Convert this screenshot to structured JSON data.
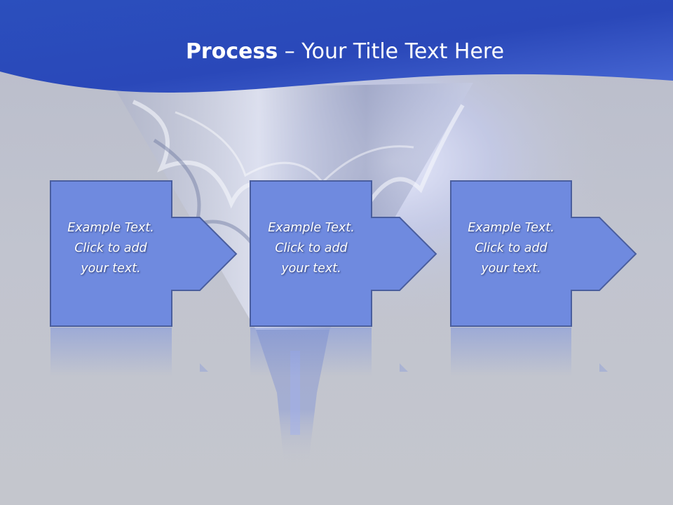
{
  "slide": {
    "title_bold": "Process",
    "title_rest": "– Your Title Text Here"
  },
  "steps": [
    {
      "lines": [
        "Example Text.",
        "Click  to add",
        "your text."
      ]
    },
    {
      "lines": [
        "Example Text.",
        "Click  to add",
        "your text."
      ]
    },
    {
      "lines": [
        "Example Text.",
        "Click  to add",
        "your text."
      ]
    }
  ],
  "colors": {
    "header_blue": "#2a4fc0",
    "box_fill": "#6f8adf",
    "box_border": "#4a5e9e",
    "background": "#c3c6cf"
  }
}
